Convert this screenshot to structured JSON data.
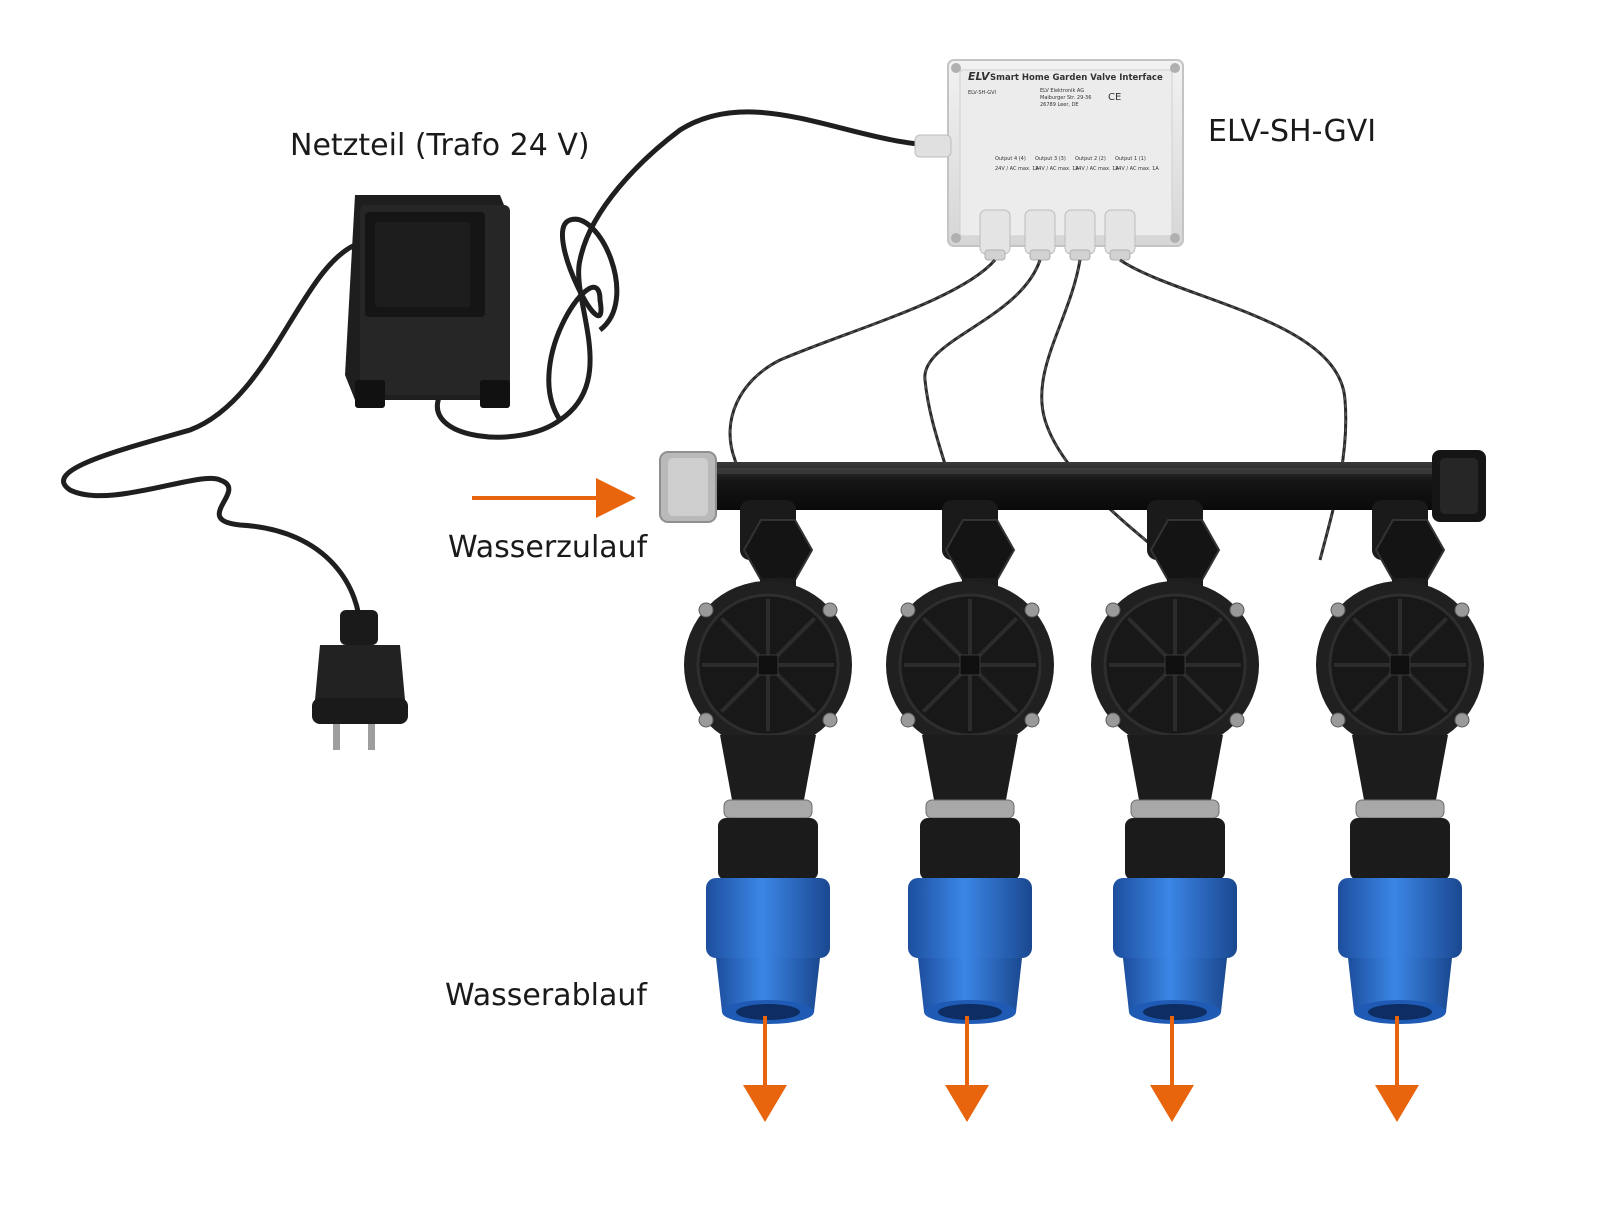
{
  "labels": {
    "power_supply": "Netzteil (Trafo 24 V)",
    "device": "ELV-SH-GVI",
    "water_inlet": "Wasserzulauf",
    "water_outlet": "Wasserablauf"
  },
  "interface_box": {
    "brand": "ELV",
    "title": "Smart Home Garden Valve Interface",
    "model": "ELV-SH-GVI",
    "manufacturer": [
      "ELV Elektronik AG",
      "Maiburger Str. 29-36",
      "26789 Leer, DE"
    ],
    "mark": "CE",
    "outputs": [
      {
        "name": "Output 4 (4)",
        "spec": "24V / AC max. 1A"
      },
      {
        "name": "Output 3 (3)",
        "spec": "24V / AC max. 1A"
      },
      {
        "name": "Output 2 (2)",
        "spec": "24V / AC max. 1A"
      },
      {
        "name": "Output 1 (1)",
        "spec": "24V / AC max. 1A"
      }
    ]
  },
  "colors": {
    "arrow": "#e8650e",
    "valve_body": "#1c1c1c",
    "coupling": "#2b6fd1",
    "box": "#e6e6e6",
    "inlet_cap": "#b9b9b9"
  },
  "valve_count": 4
}
